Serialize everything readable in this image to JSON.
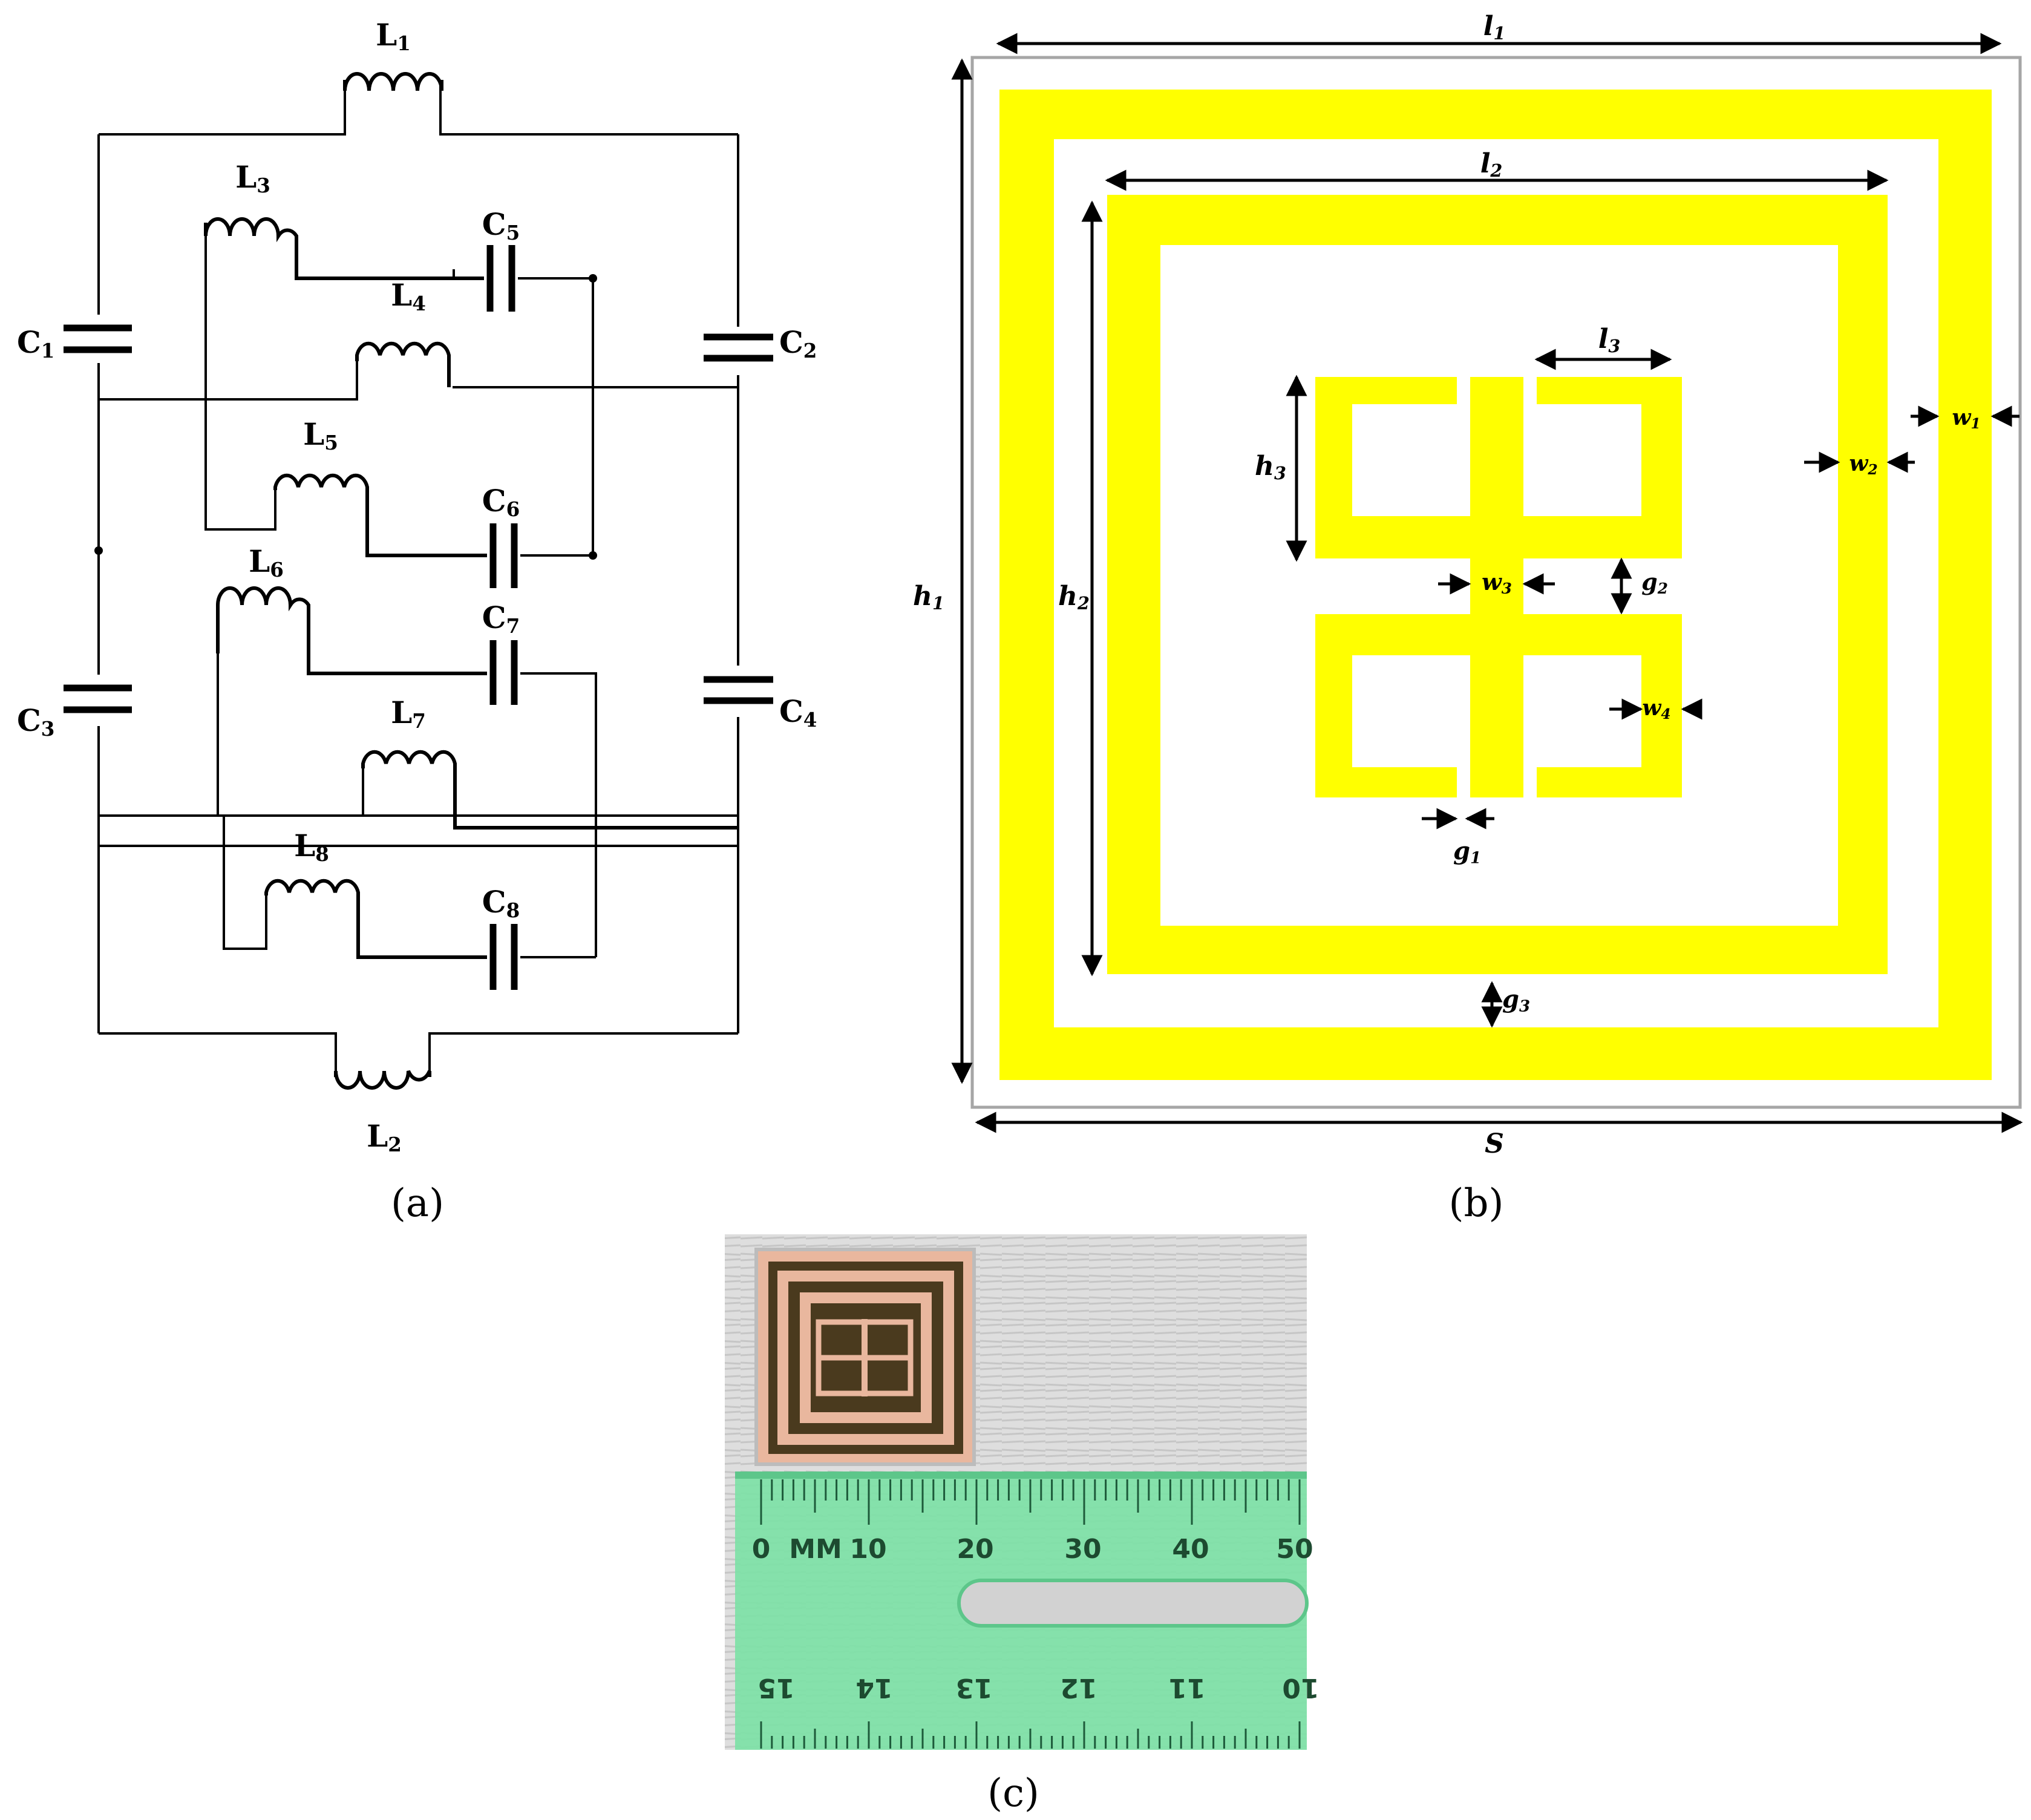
{
  "panels": {
    "a": {
      "caption": "(a)"
    },
    "b": {
      "caption": "(b)"
    },
    "c": {
      "caption": "(c)"
    }
  },
  "circuit": {
    "inductors": [
      "L1",
      "L2",
      "L3",
      "L4",
      "L5",
      "L6",
      "L7",
      "L8"
    ],
    "capacitors": [
      "C1",
      "C2",
      "C3",
      "C4",
      "C5",
      "C6",
      "C7",
      "C8"
    ]
  },
  "unit_cell": {
    "labels": {
      "l1": "l1",
      "l2": "l2",
      "l3": "l3",
      "h1": "h1",
      "h2": "h2",
      "h3": "h3",
      "w1": "w1",
      "w2": "w2",
      "w3": "w3",
      "w4": "w4",
      "g1": "g1",
      "g2": "g2",
      "g3": "g3",
      "S": "S"
    },
    "colors": {
      "metal": "#ffff00",
      "substrate": "#ffffff",
      "outline": "#000000"
    }
  },
  "photo": {
    "ruler_top_labels": [
      "0",
      "MM",
      "10",
      "20",
      "30",
      "40",
      "50"
    ],
    "ruler_bottom_labels": [
      "15",
      "14",
      "13",
      "12",
      "11",
      "10"
    ],
    "colors": {
      "ruler": "#7fe0a8",
      "copper": "#e9b79e",
      "substrate": "#4a3a1e",
      "background": "#d9d9d9"
    }
  }
}
